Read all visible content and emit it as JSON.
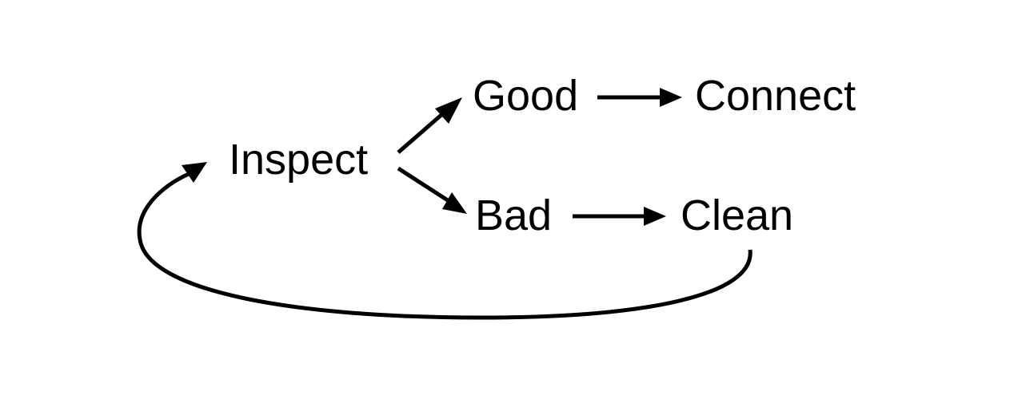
{
  "diagram": {
    "nodes": {
      "inspect": "Inspect",
      "good": "Good",
      "bad": "Bad",
      "connect": "Connect",
      "clean": "Clean"
    },
    "edges": [
      {
        "from": "Inspect",
        "to": "Good"
      },
      {
        "from": "Inspect",
        "to": "Bad"
      },
      {
        "from": "Good",
        "to": "Connect"
      },
      {
        "from": "Bad",
        "to": "Clean"
      },
      {
        "from": "Clean",
        "to": "Inspect"
      }
    ],
    "colors": {
      "stroke": "#000000",
      "text": "#000000",
      "background": "#ffffff"
    }
  }
}
